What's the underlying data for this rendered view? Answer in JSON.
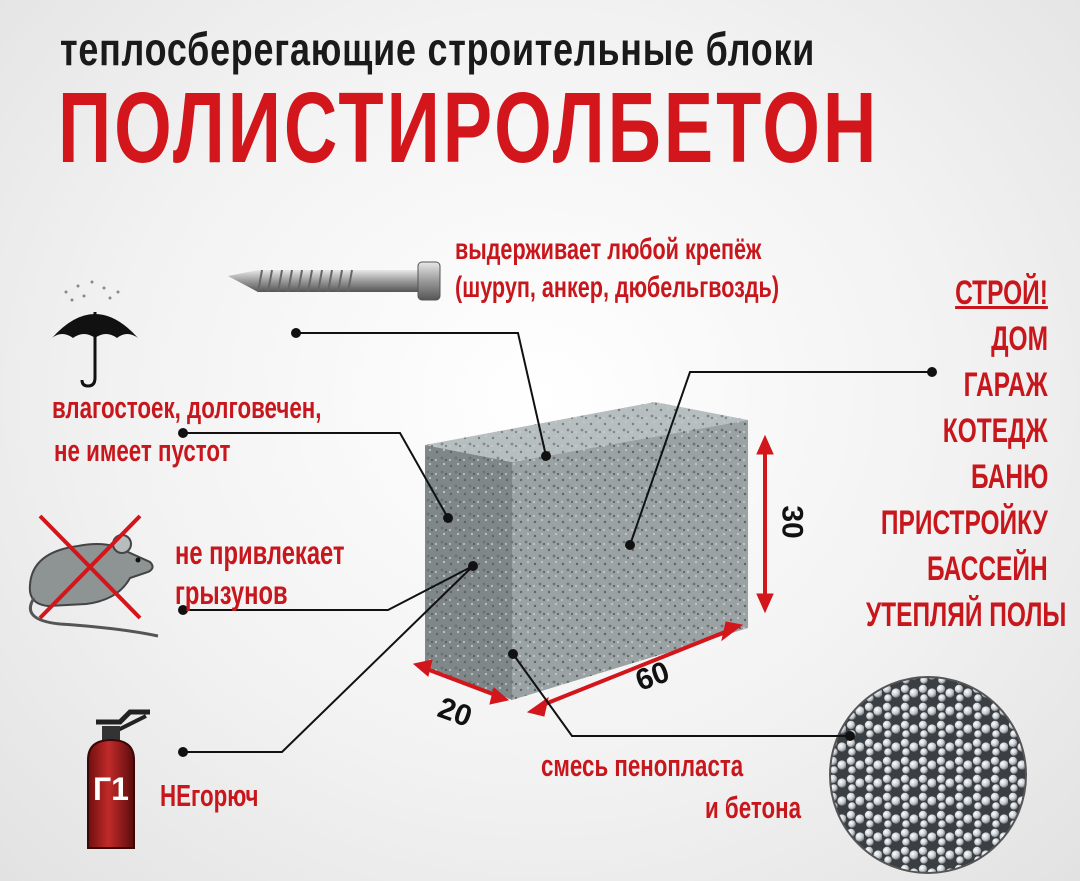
{
  "title": {
    "top": "теплосберегающие строительные блоки",
    "main": "ПОЛИСТИРОЛБЕТОН"
  },
  "features": {
    "fastener_line1": "выдерживает любой крепёж",
    "fastener_line2": "(шуруп, анкер, дюбельгвоздь)",
    "moisture_line1": "влагостоек, долговечен,",
    "moisture_line2": "не имеет пустот",
    "rodents_line1": "не привлекает",
    "rodents_line2": "грызунов",
    "fire": "НЕгорюч",
    "fire_class": "Г1",
    "mix_line1": "смесь пенопласта",
    "mix_line2": "и бетона"
  },
  "dimensions": {
    "height": "30",
    "length": "60",
    "width": "20"
  },
  "build_list": {
    "heading": "СТРОЙ!",
    "items": [
      "ДОМ",
      "ГАРАЖ",
      "КОТЕДЖ",
      "БАНЮ",
      "ПРИСТРОЙКУ",
      "БАССЕЙН",
      "УТЕПЛЯЙ ПОЛЫ"
    ]
  },
  "colors": {
    "accent": "#d2161b",
    "text_dark": "#1a1a1a",
    "block": "#8e9799"
  }
}
